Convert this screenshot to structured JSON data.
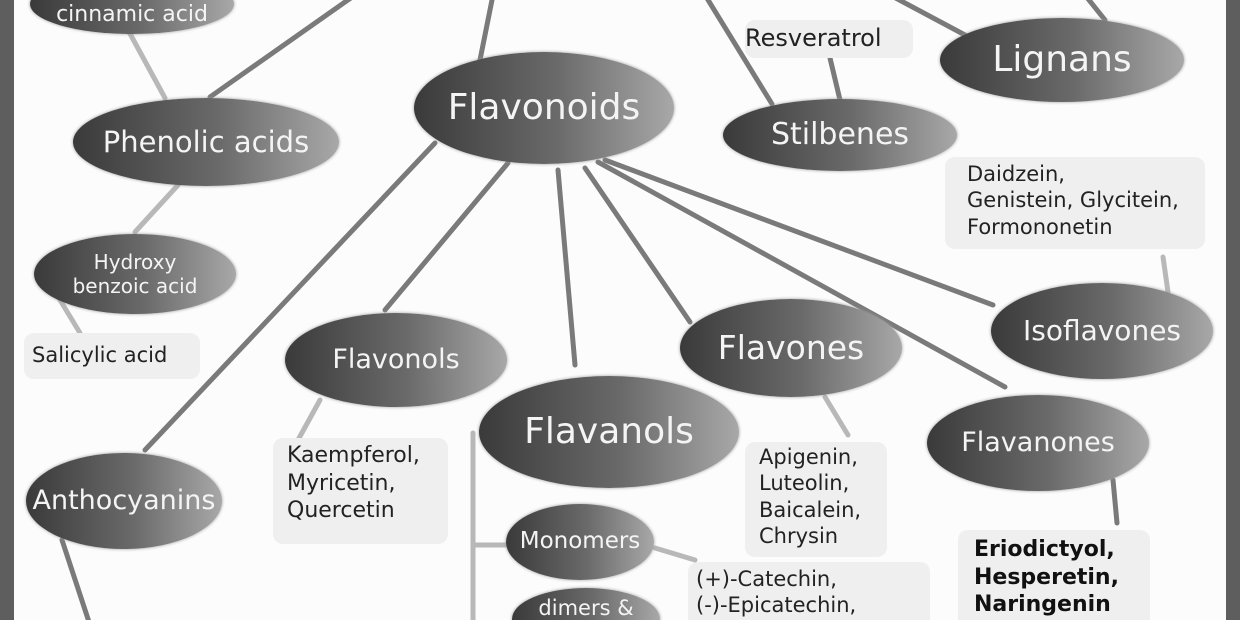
{
  "nodes": {
    "cinnamic": "cinnamic acid",
    "phenolic_acids": "Phenolic acids",
    "flavonoids": "Flavonoids",
    "stilbenes": "Stilbenes",
    "lignans": "Lignans",
    "hydroxy_benzoic": "Hydroxy\nbenzoic acid",
    "flavonols": "Flavonols",
    "flavanols": "Flavanols",
    "flavones": "Flavones",
    "isoflavones": "Isoflavones",
    "flavanones": "Flavanones",
    "anthocyanins": "Anthocyanins",
    "monomers": "Monomers",
    "dimers": "dimers &"
  },
  "boxes": {
    "resveratrol": "Resveratrol",
    "isoflavone_examples": "Daidzein,\nGenistein, Glycitein,\n Formononetin",
    "salicylic": "Salicylic acid",
    "flavonol_examples": "Kaempferol,\nMyricetin,\nQuercetin",
    "flavone_examples": "Apigenin,\nLuteolin,\nBaicalein,\nChrysin",
    "monomer_examples": "(+)-Catechin,\n(-)-Epicatechin,",
    "flavanone_examples": "Eriodictyol,\nHesperetin,\nNaringenin"
  }
}
